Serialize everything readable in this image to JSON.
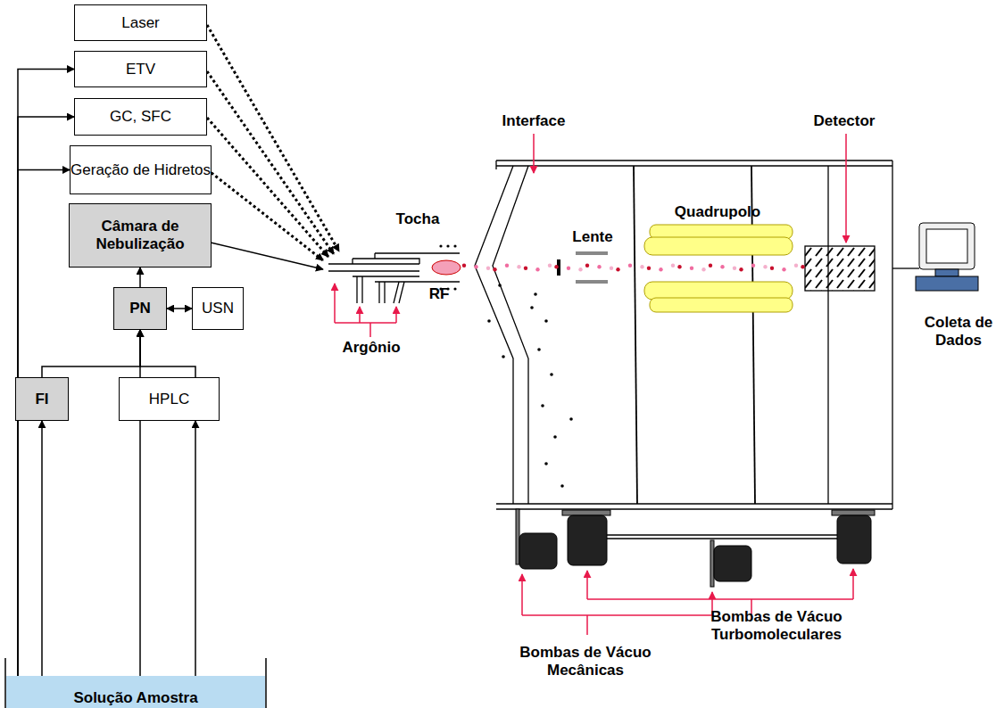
{
  "diagram": {
    "nodes": [
      {
        "text": [
          "Laser"
        ]
      },
      {
        "text": [
          "ETV"
        ]
      },
      {
        "text": [
          "GC, SFC"
        ]
      },
      {
        "text": [
          "Geração de Hidretos"
        ]
      },
      {
        "text": [
          "Câmara de Nebulização"
        ]
      },
      {
        "text": [
          "PN"
        ]
      },
      {
        "text": [
          "USN"
        ]
      },
      {
        "text": [
          "FI"
        ]
      },
      {
        "text": [
          "HPLC"
        ]
      },
      {
        "text": [
          "Solução Amostra"
        ]
      }
    ],
    "edges": [
      {
        "from": 9,
        "to": 1,
        "arrow": "to"
      },
      {
        "from": 9,
        "to": 2,
        "arrow": "to"
      },
      {
        "from": 9,
        "to": 3,
        "arrow": "to"
      },
      {
        "from": 9,
        "to": 7,
        "arrow": "to"
      },
      {
        "from": 9,
        "to": 5,
        "arrow": "to"
      },
      {
        "from": 9,
        "to": 8,
        "arrow": "to"
      },
      {
        "from": 7,
        "to": 5,
        "arrow": "to"
      },
      {
        "from": 8,
        "to": 5,
        "arrow": "to"
      },
      {
        "from": 5,
        "to": 6,
        "arrow": "both"
      },
      {
        "from": 5,
        "to": 4,
        "arrow": "to"
      }
    ],
    "labels": [
      "Tocha",
      "RF",
      "Argônio",
      "Interface",
      "Lente",
      "Quadrupolo",
      "Detector",
      "Coleta de Dados",
      "Bombas de Vácuo Mecânicas",
      "Bombas de Vácuo Turbomoleculares"
    ]
  }
}
